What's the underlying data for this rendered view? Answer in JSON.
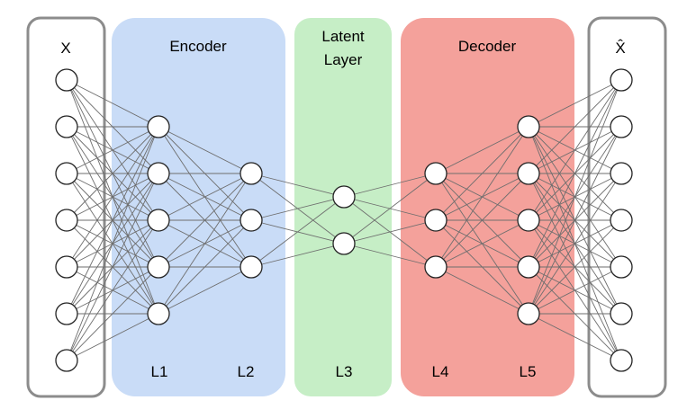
{
  "regions": {
    "input": {
      "title": "X"
    },
    "encoder": {
      "title": "Encoder",
      "color": "#c9dcf7"
    },
    "latent": {
      "title_line1": "Latent",
      "title_line2": "Layer",
      "color": "#c6eec6"
    },
    "decoder": {
      "title": "Decoder",
      "color": "#f4a19b"
    },
    "output": {
      "title": "X̂"
    }
  },
  "layer_labels": {
    "l1": "L1",
    "l2": "L2",
    "l3": "L3",
    "l4": "L4",
    "l5": "L5"
  },
  "layers": [
    {
      "id": "input",
      "nodes": 7
    },
    {
      "id": "L1",
      "nodes": 5
    },
    {
      "id": "L2",
      "nodes": 3
    },
    {
      "id": "L3",
      "nodes": 2
    },
    {
      "id": "L4",
      "nodes": 3
    },
    {
      "id": "L5",
      "nodes": 5
    },
    {
      "id": "output",
      "nodes": 7
    }
  ],
  "colors": {
    "io_box_border": "#8c8c8c",
    "edge": "#6e6e6e",
    "node_fill": "#ffffff",
    "node_stroke": "#222222"
  }
}
